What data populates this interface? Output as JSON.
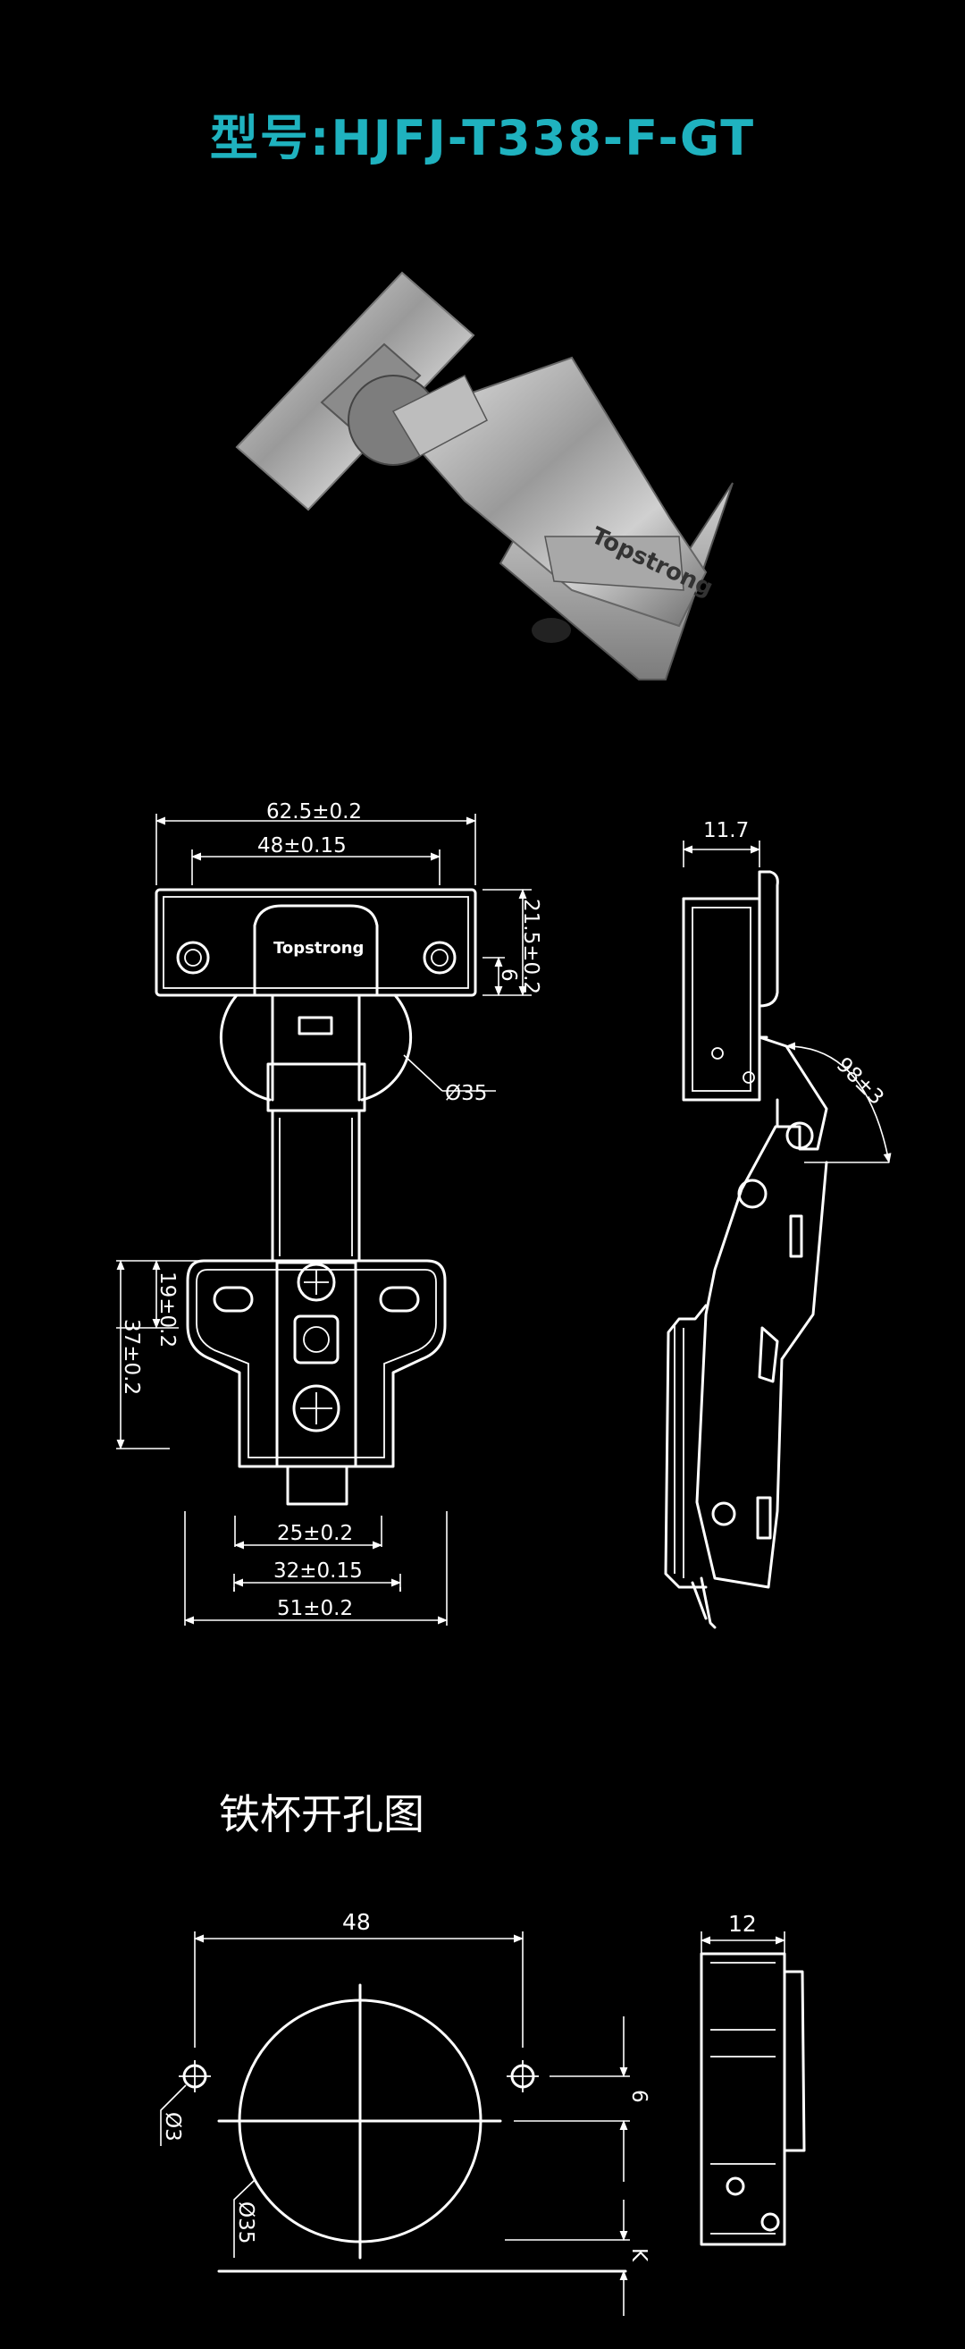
{
  "header": {
    "model_title": "型号:HJFJ-T338-F-GT"
  },
  "brand_mark": "Topstrong",
  "hinge_drawing": {
    "dims": {
      "overall_width": "62.5±0.2",
      "hole_spacing": "48±0.15",
      "height": "21.5±0.2",
      "offset": "6",
      "cup_diameter": "Ø35",
      "side_width": "11.7",
      "angle": "98±3",
      "plate_v1": "19±0.2",
      "plate_v2": "37±0.2",
      "plate_h1": "25±0.2",
      "plate_h2": "32±0.15",
      "plate_h3": "51±0.2"
    }
  },
  "drilling": {
    "title": "铁杯开孔图",
    "dims": {
      "hole_spacing": "48",
      "depth": "12",
      "offset": "6",
      "pilot_dia": "Ø3",
      "cup_dia": "Ø35",
      "edge": "K"
    }
  },
  "colors": {
    "title": "#1fb2bf",
    "lines": "#ffffff",
    "background": "#000000"
  }
}
